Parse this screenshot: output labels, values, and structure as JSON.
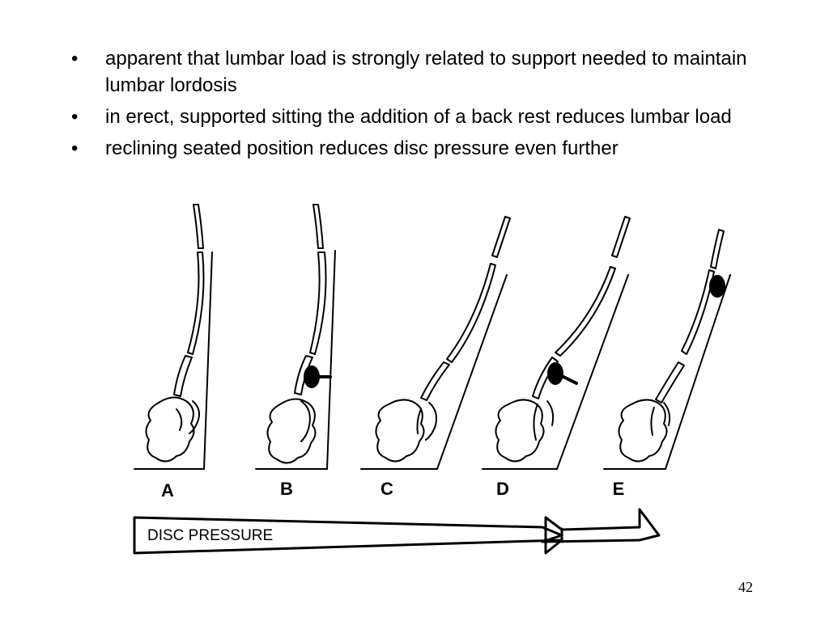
{
  "bullets": [
    {
      "marker": "•",
      "text": "apparent that lumbar load is strongly related to support needed to maintain lumbar lordosis"
    },
    {
      "marker": "•",
      "text": "in erect, supported sitting the addition of a back rest reduces lumbar load"
    },
    {
      "marker": "•",
      "text": "reclining seated position reduces disc pressure even further"
    }
  ],
  "figure": {
    "panels": [
      {
        "label": "A",
        "lumbar_support": false,
        "thoracic_support": false
      },
      {
        "label": "B",
        "lumbar_support": true,
        "thoracic_support": false
      },
      {
        "label": "C",
        "lumbar_support": false,
        "thoracic_support": false
      },
      {
        "label": "D",
        "lumbar_support": true,
        "thoracic_support": false
      },
      {
        "label": "E",
        "lumbar_support": false,
        "thoracic_support": true
      }
    ],
    "arrow_label": "DISC PRESSURE"
  },
  "page_number": "42"
}
